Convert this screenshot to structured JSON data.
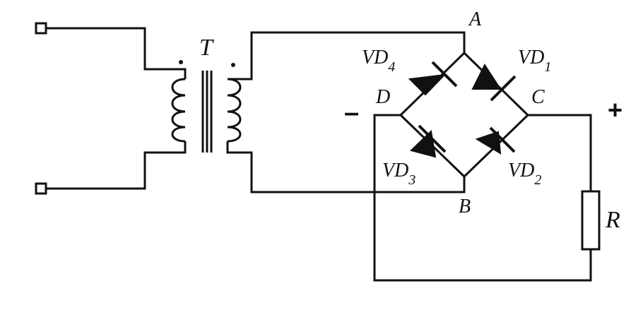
{
  "diagram": {
    "transformer_label": "T",
    "node_a": "A",
    "node_b": "B",
    "node_c": "C",
    "node_d": "D",
    "diodes": [
      {
        "name": "VD",
        "sub": "1"
      },
      {
        "name": "VD",
        "sub": "2"
      },
      {
        "name": "VD",
        "sub": "3"
      },
      {
        "name": "VD",
        "sub": "4"
      }
    ],
    "resistor_label": "R",
    "minus_sign": "–",
    "plus_sign": "+"
  }
}
